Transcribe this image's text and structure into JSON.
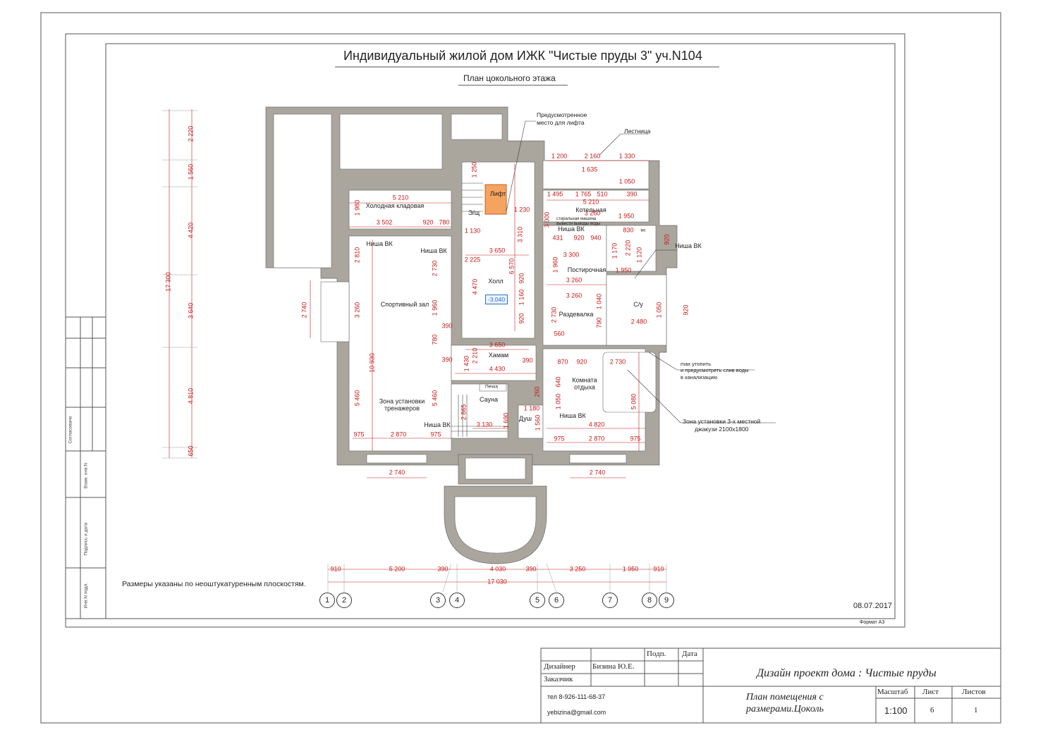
{
  "header": {
    "title": "Индивидуальный жилой дом ИЖК \"Чистые пруды 3\" уч.N104",
    "subtitle": "План цокольного этажа"
  },
  "plan": {
    "level_mark": "-3.040",
    "rooms": [
      "Холодная кладовая",
      "Спортивный зал",
      "Зона установки\nтренажеров",
      "Холл",
      "Э/щ",
      "Лифт",
      "Котельная",
      "Постирочная",
      "С/у",
      "Раздевалка",
      "Хамам",
      "Сауна",
      "Печка",
      "Душ",
      "Комната\nотдыха",
      "Ниша ВК",
      "Ниша ВК",
      "Ниша ВК",
      "Ниша ВК",
      "Ниша ВК",
      "Ниша ВК",
      "мс"
    ],
    "notes": {
      "lift": "Предусмотренное\nместо для лифта",
      "stairs": "Лестница",
      "washer": "стиральная машина\nвывести выводы воды",
      "drain": "max утопить\nи предусмотреть слив воды\nв канализацию",
      "jacuzzi": "Зона установки 3-х местной\nджакузи 2100х1800",
      "plaster": "Размеры указаны по неоштукатуренным плоскостям."
    },
    "dims": [
      "5 210",
      "1 980",
      "3 502",
      "920",
      "780",
      "2 810",
      "3 260",
      "10 930",
      "5 460",
      "975",
      "2 870",
      "975",
      "2 740",
      "2 740",
      "1 960",
      "5 460",
      "2 730",
      "390",
      "780",
      "3 650",
      "1 130",
      "1 250",
      "1 230",
      "3 310",
      "6 570",
      "4 470",
      "2 225",
      "1 160",
      "920",
      "920",
      "3 650",
      "2 210",
      "1 430",
      "4 430",
      "390",
      "390",
      "2 865",
      "3 130",
      "1 690",
      "1 180",
      "1 560",
      "1 200",
      "2 160",
      "1 330",
      "1 635",
      "1 050",
      "1 495",
      "1 765",
      "510",
      "390",
      "5 210",
      "1 950",
      "3 260",
      "3 000",
      "431",
      "920",
      "940",
      "3 300",
      "1 960",
      "3 260",
      "3 260",
      "2 730",
      "560",
      "870",
      "920",
      "2 730",
      "4 820",
      "2 870",
      "975",
      "975",
      "2 740",
      "2 480",
      "1 950",
      "2 220",
      "920",
      "920",
      "5 080",
      "1 050",
      "830",
      "260",
      "640",
      "1 050",
      "1 170",
      "1 120",
      "1 040",
      "790"
    ],
    "left_chain": [
      "2 220",
      "1 560",
      "4 420",
      "3 640",
      "4 810",
      "650"
    ],
    "left_total": "17 300",
    "bottom_chain": [
      "910",
      "5 200",
      "390",
      "4 030",
      "390",
      "3 250",
      "1 950",
      "910"
    ],
    "bottom_total": "17 030",
    "axes": [
      "1",
      "2",
      "3",
      "4",
      "5",
      "6",
      "7",
      "8",
      "9"
    ]
  },
  "sheet": {
    "date": "08.07.2017",
    "format": "Формат А3",
    "side_stamp": [
      "Согласовано",
      "Взам. инв.N",
      "Подпись и дата",
      "Инв.N подл."
    ]
  },
  "title_block": {
    "col_sign": "Подп.",
    "col_date": "Дата",
    "designer_label": "Дизайнер",
    "designer_name": "Бизина Ю.Е.",
    "client_label": "Заказчик",
    "phone": "тел 8-926-111-68-37",
    "email": "yebizina@gmail.com",
    "project": "Дизайн проект дома : Чистые пруды",
    "sheet_name": "План помещения с\nразмерами.Цоколь",
    "scale_label": "Масштаб",
    "sheet_label": "Лист",
    "sheets_label": "Листов",
    "scale": "1:100",
    "sheet_no": "6",
    "sheets": "1"
  },
  "colors": {
    "wall": "#aaa69e",
    "dim": "#c81818",
    "lift": "#f4a460"
  }
}
